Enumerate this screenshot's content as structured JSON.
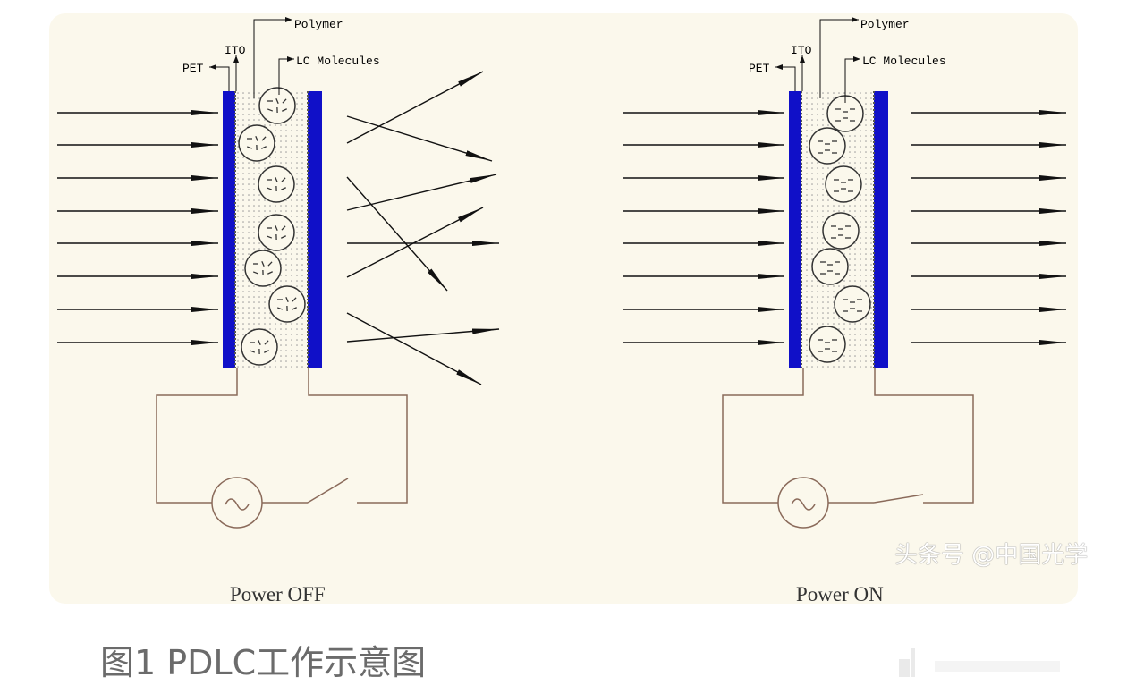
{
  "labels": {
    "pet": "PET",
    "ito": "ITO",
    "polymer": "Polymer",
    "lc": "LC Molecules"
  },
  "states": [
    {
      "label": "Power OFF"
    },
    {
      "label": "Power ON"
    }
  ],
  "caption": "图1 PDLC工作示意图",
  "watermark": "头条号 @中国光学",
  "colors": {
    "pet": "#1010c8",
    "panel": "#fbf8ec",
    "line": "#222222",
    "wire": "#8a6a5a"
  }
}
